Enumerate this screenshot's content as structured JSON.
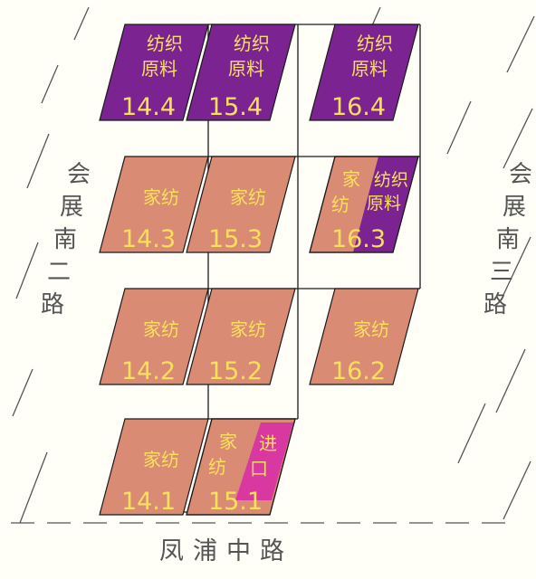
{
  "colors": {
    "home_textile": "#d98b74",
    "textile_raw": "#7b2491",
    "import": "#d838a0",
    "label_text": "#f8e05a",
    "road_text": "#555555",
    "road_stroke": "#555555",
    "outline": "#1a1a1a"
  },
  "roads": {
    "left": [
      "会",
      "展",
      "南",
      "二",
      "路"
    ],
    "right": [
      "会",
      "展",
      "南",
      "三",
      "路"
    ],
    "bottom": "凤浦中路"
  },
  "halls": [
    {
      "id": "14.4",
      "number": "14.4",
      "zones": [
        {
          "label": [
            "纺织",
            "原料"
          ],
          "color": "textile_raw"
        }
      ]
    },
    {
      "id": "15.4",
      "number": "15.4",
      "zones": [
        {
          "label": [
            "纺织",
            "原料"
          ],
          "color": "textile_raw"
        }
      ]
    },
    {
      "id": "16.4",
      "number": "16.4",
      "zones": [
        {
          "label": [
            "纺织",
            "原料"
          ],
          "color": "textile_raw"
        }
      ]
    },
    {
      "id": "14.3",
      "number": "14.3",
      "zones": [
        {
          "label": [
            "家纺"
          ],
          "color": "home_textile"
        }
      ]
    },
    {
      "id": "15.3",
      "number": "15.3",
      "zones": [
        {
          "label": [
            "家纺"
          ],
          "color": "home_textile"
        }
      ]
    },
    {
      "id": "16.3",
      "number": "16.3",
      "zones": [
        {
          "label": [
            "家",
            "纺"
          ],
          "color": "home_textile"
        },
        {
          "label": [
            "纺织",
            "原料"
          ],
          "color": "textile_raw"
        }
      ]
    },
    {
      "id": "14.2",
      "number": "14.2",
      "zones": [
        {
          "label": [
            "家纺"
          ],
          "color": "home_textile"
        }
      ]
    },
    {
      "id": "15.2",
      "number": "15.2",
      "zones": [
        {
          "label": [
            "家纺"
          ],
          "color": "home_textile"
        }
      ]
    },
    {
      "id": "16.2",
      "number": "16.2",
      "zones": [
        {
          "label": [
            "家纺"
          ],
          "color": "home_textile"
        }
      ]
    },
    {
      "id": "14.1",
      "number": "14.1",
      "zones": [
        {
          "label": [
            "家纺"
          ],
          "color": "home_textile"
        }
      ]
    },
    {
      "id": "15.1",
      "number": "15.1",
      "zones": [
        {
          "label": [
            "家",
            "纺"
          ],
          "color": "home_textile"
        },
        {
          "label": [
            "进",
            "口"
          ],
          "color": "import"
        }
      ]
    }
  ]
}
